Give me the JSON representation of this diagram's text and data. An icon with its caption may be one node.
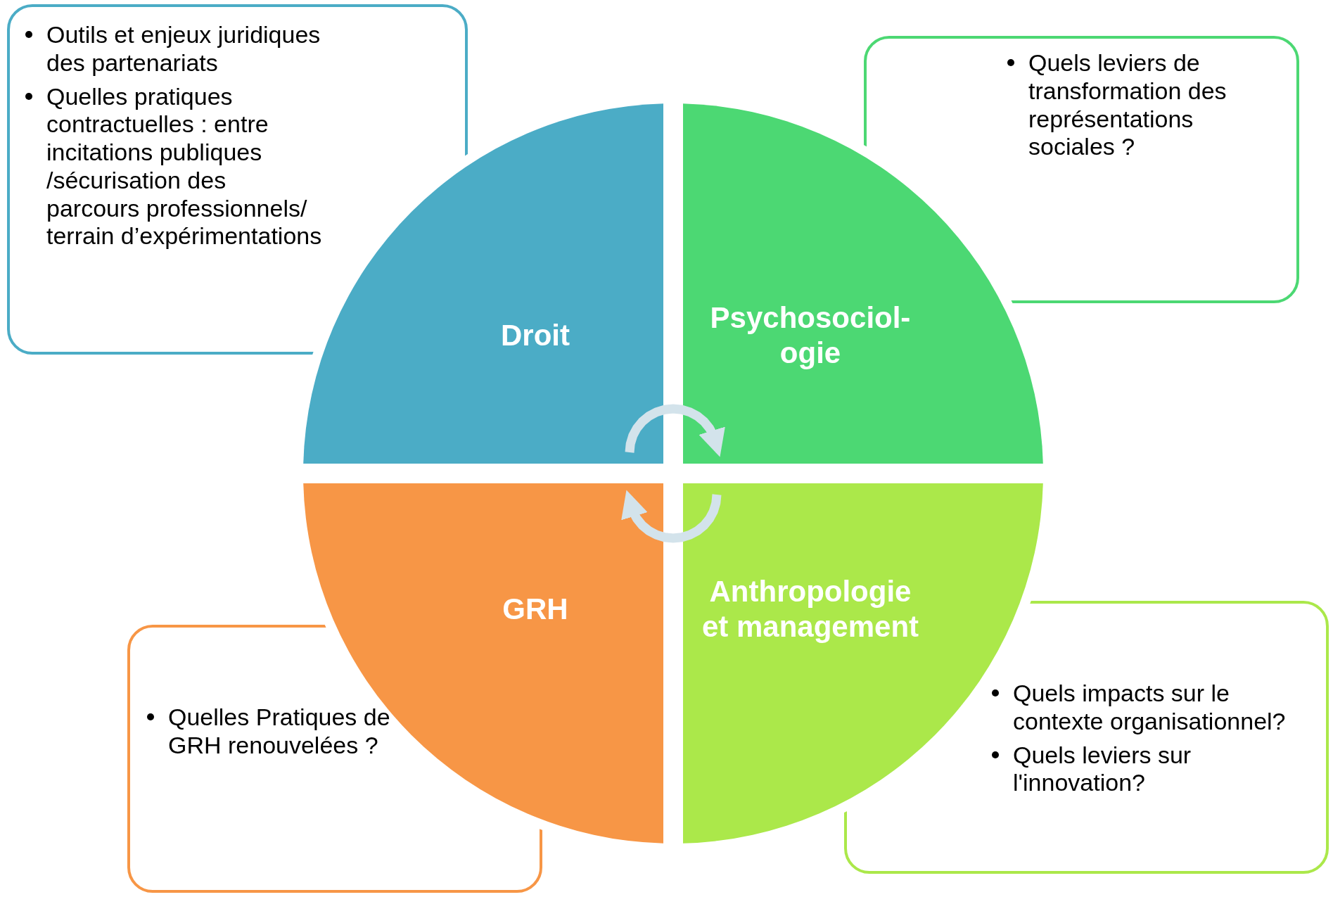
{
  "diagram": {
    "nodes": [
      {
        "text": [
          "Outils et enjeux juridiques des partenariats",
          "Quelles pratiques contractuelles : entre incitations publiques /sécurisation des parcours professionnels/ terrain d’expérimentations"
        ]
      },
      {
        "text": [
          "Quels leviers de transformation des représentations sociales ?"
        ]
      },
      {
        "text": [
          "Droit"
        ]
      },
      {
        "text": [
          "Psychosociol- ogie"
        ]
      },
      {
        "text": [
          "GRH"
        ]
      },
      {
        "text": [
          "Anthropologie et management"
        ]
      },
      {
        "text": [
          "Quelles Pratiques de GRH renouvelées ?"
        ]
      },
      {
        "text": [
          "Quels impacts sur le contexte organisationnel?",
          "Quels leviers sur l'innovation?"
        ]
      }
    ],
    "edges": [
      {
        "from": 2,
        "to": 3,
        "arrow": "to"
      },
      {
        "from": 5,
        "to": 4,
        "arrow": "to"
      }
    ]
  }
}
